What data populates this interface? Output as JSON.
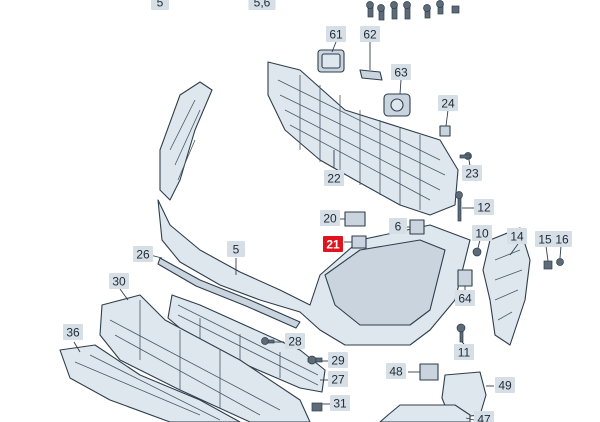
{
  "diagram": {
    "highlight_color": "#e0141e",
    "callouts": [
      {
        "id": "c5top",
        "label": "5"
      },
      {
        "id": "c56",
        "label": "5,6"
      },
      {
        "id": "c61",
        "label": "61"
      },
      {
        "id": "c62",
        "label": "62"
      },
      {
        "id": "c63",
        "label": "63"
      },
      {
        "id": "c24",
        "label": "24"
      },
      {
        "id": "c22",
        "label": "22"
      },
      {
        "id": "c23",
        "label": "23"
      },
      {
        "id": "c12",
        "label": "12"
      },
      {
        "id": "c20",
        "label": "20"
      },
      {
        "id": "c6",
        "label": "6"
      },
      {
        "id": "c21",
        "label": "21",
        "highlighted": true
      },
      {
        "id": "c10",
        "label": "10"
      },
      {
        "id": "c14",
        "label": "14"
      },
      {
        "id": "c15",
        "label": "15"
      },
      {
        "id": "c16",
        "label": "16"
      },
      {
        "id": "c26",
        "label": "26"
      },
      {
        "id": "c5",
        "label": "5"
      },
      {
        "id": "c30",
        "label": "30"
      },
      {
        "id": "c64",
        "label": "64"
      },
      {
        "id": "c36",
        "label": "36"
      },
      {
        "id": "c28",
        "label": "28"
      },
      {
        "id": "c11",
        "label": "11"
      },
      {
        "id": "c29",
        "label": "29"
      },
      {
        "id": "c27",
        "label": "27"
      },
      {
        "id": "c48",
        "label": "48"
      },
      {
        "id": "c49",
        "label": "49"
      },
      {
        "id": "c31",
        "label": "31"
      },
      {
        "id": "c47",
        "label": "47"
      }
    ]
  }
}
